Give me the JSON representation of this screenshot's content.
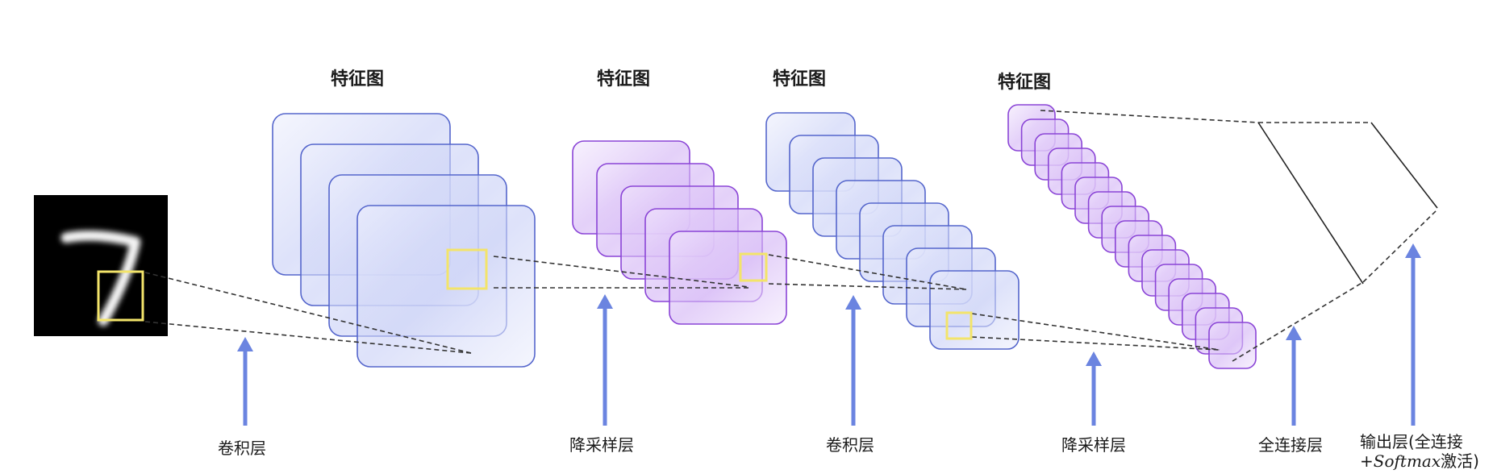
{
  "diagram": {
    "title": "CNN architecture for digit recognition",
    "input": {
      "digit": "7",
      "description": "handwritten digit input image"
    },
    "feature_map_labels": [
      "特征图",
      "特征图",
      "特征图",
      "特征图"
    ],
    "layers": [
      {
        "label": "卷积层"
      },
      {
        "label": "降采样层"
      },
      {
        "label": "卷积层"
      },
      {
        "label": "降采样层"
      },
      {
        "label": "全连接层"
      },
      {
        "label": "输出层(全连接",
        "label_line2_prefix": "+",
        "label_line2_italic": "Softmax",
        "label_line2_suffix": "激活)"
      }
    ],
    "stacks": [
      {
        "name": "conv1-feature-maps",
        "count": 4
      },
      {
        "name": "pool1-feature-maps",
        "count": 5
      },
      {
        "name": "conv2-feature-maps",
        "count": 8
      },
      {
        "name": "pool2-feature-maps",
        "count": 16
      }
    ],
    "colors": {
      "conv_fill": "#dfe3fb",
      "conv_stroke": "#5566cc",
      "pool_fill": "#ead8fb",
      "pool_stroke": "#8a44d6",
      "arrow": "#6b84e0",
      "kernel": "#f3e46a",
      "dash": "#333333"
    }
  }
}
